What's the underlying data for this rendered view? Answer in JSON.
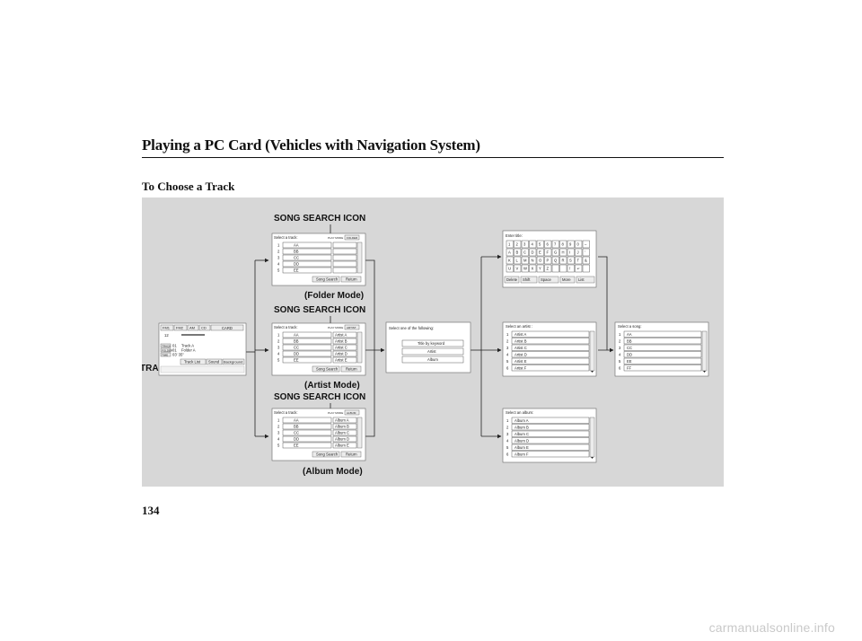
{
  "header": {
    "title": "Playing a PC Card (Vehicles with Navigation System)",
    "section_heading": "To Choose a Track",
    "page_number": "134",
    "watermark": "carmanualsonline.info"
  },
  "callouts": {
    "song_search_icon": "SONG SEARCH ICON",
    "track_list_icon": "TRACK LIST ICON",
    "folder_mode": "(Folder Mode)",
    "artist_mode": "(Artist Mode)",
    "album_mode": "(Album Mode)"
  },
  "audio_screen": {
    "tabs": [
      "FM1",
      "FM2",
      "AM",
      "CD",
      "CARD"
    ],
    "track_number": "12",
    "track_label": "TRACK",
    "folder_label": "FOLDER",
    "time_label": "TIME",
    "track_value": "01",
    "track_name": "Track A",
    "folder_value": "01",
    "folder_name": "Folder A",
    "time_value": "03' 35\"",
    "buttons": [
      "Track List",
      "Sound",
      "Background"
    ]
  },
  "song_search_screens": {
    "title": "Select a track:",
    "play_mode_label": "PLAY MODE",
    "folder_mode_value": "FOLDER",
    "artist_mode_value": "ARTIST",
    "album_mode_value": "ALBUM",
    "track_numbers": [
      "1",
      "2",
      "3",
      "4",
      "5"
    ],
    "tracks": [
      "AA",
      "BB",
      "CC",
      "DD",
      "EE"
    ],
    "artists": [
      "Artist A",
      "Artist B",
      "Artist C",
      "Artist D",
      "Artist E"
    ],
    "albums": [
      "Album A",
      "Album B",
      "Album C",
      "Album D",
      "Album E"
    ],
    "song_search_button": "Song Search",
    "return_button": "Return"
  },
  "search_type_screen": {
    "title": "Select one of the following:",
    "options": [
      "Title by keyword",
      "Artist",
      "Album"
    ]
  },
  "keyword_screen": {
    "title": "Enter title:",
    "keyboard_rows": [
      [
        "1",
        "2",
        "3",
        "4",
        "5",
        "6",
        "7",
        "8",
        "9",
        "0",
        "–"
      ],
      [
        "A",
        "B",
        "C",
        "D",
        "E",
        "F",
        "G",
        "H",
        "I",
        "J",
        "'"
      ],
      [
        "K",
        "L",
        "M",
        "N",
        "O",
        "P",
        "Q",
        "R",
        "S",
        "T",
        "&"
      ],
      [
        "U",
        "V",
        "W",
        "X",
        "Y",
        "Z",
        "",
        "",
        "/",
        "↵",
        ""
      ]
    ],
    "buttons": [
      "Delete",
      "Shift",
      "Space",
      "More",
      "List"
    ]
  },
  "artist_list_screen": {
    "title": "Select an artist :",
    "numbers": [
      "1",
      "2",
      "3",
      "4",
      "5",
      "6"
    ],
    "items": [
      "Artist A",
      "Artist B",
      "Artist C",
      "Artist D",
      "Artist E",
      "Artist F"
    ]
  },
  "album_list_screen": {
    "title": "Select an album:",
    "numbers": [
      "1",
      "2",
      "3",
      "4",
      "5",
      "6"
    ],
    "items": [
      "Album A",
      "Album B",
      "Album C",
      "Album D",
      "Album E",
      "Album F"
    ]
  },
  "song_list_screen": {
    "title": "Select a song:",
    "numbers": [
      "1",
      "2",
      "3",
      "4",
      "5",
      "6"
    ],
    "items": [
      "AA",
      "BB",
      "CC",
      "DD",
      "EE",
      "FF"
    ]
  }
}
